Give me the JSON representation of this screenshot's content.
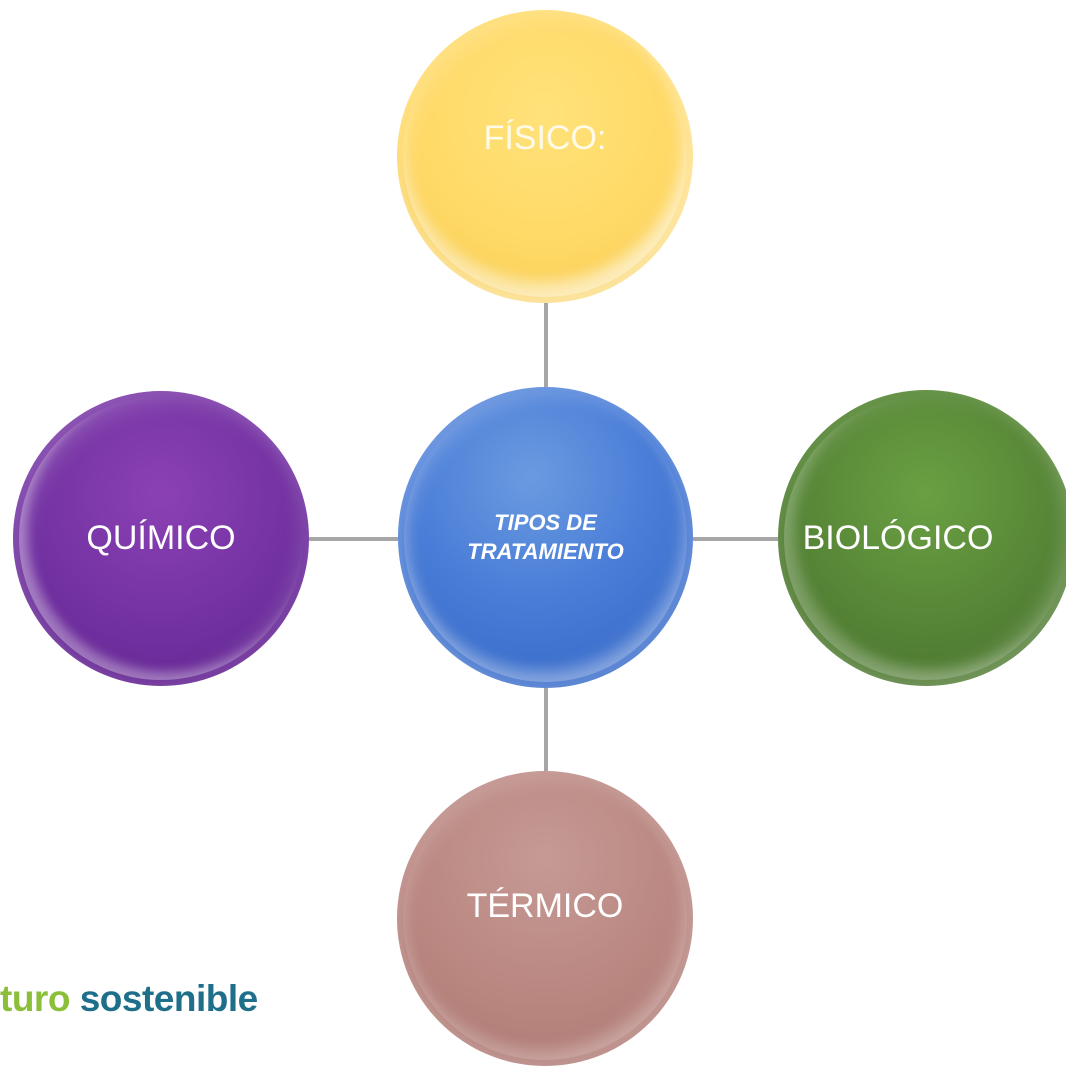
{
  "diagram": {
    "center": {
      "line1": "TIPOS DE",
      "line2": "TRATAMIENTO"
    },
    "nodes": {
      "top": "FÍSICO:",
      "left": "QUÍMICO",
      "right": "BIOLÓGICO",
      "bottom": "TÉRMICO"
    }
  },
  "branding": {
    "part1": "turo ",
    "part2": "sostenible"
  },
  "colors": {
    "fisico": "#ffd966",
    "quimico": "#7030a0",
    "center": "#4472c4",
    "biologico": "#548235",
    "termico": "#b9857f",
    "connector": "#a6a6a6",
    "brand_green": "#8bbf3a",
    "brand_blue": "#1e6f8a"
  }
}
